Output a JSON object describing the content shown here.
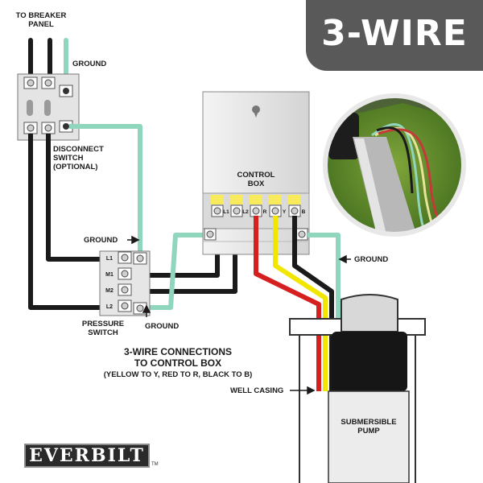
{
  "banner": {
    "title": "3-WIRE"
  },
  "labels": {
    "breaker_panel": "TO BREAKER\nPANEL",
    "ground_top": "GROUND",
    "disconnect_switch": "DISCONNECT\nSWITCH\n(OPTIONAL)",
    "ground_left": "GROUND",
    "pressure_switch": "PRESSURE\nSWITCH",
    "ground_bottom": "GROUND",
    "control_box": "CONTROL\nBOX",
    "ground_right": "GROUND",
    "well_casing": "WELL CASING",
    "submersible_pump": "SUBMERSIBLE\nPUMP"
  },
  "terminals": {
    "pressure_switch": [
      "L1",
      "M1",
      "M2",
      "L2"
    ],
    "control_box": [
      "L1",
      "L2",
      "R",
      "Y",
      "B"
    ]
  },
  "caption": {
    "title_line1": "3-WIRE CONNECTIONS",
    "title_line2": "TO CONTROL BOX",
    "subtitle": "(YELLOW TO Y, RED TO R, BLACK TO B)"
  },
  "brand": {
    "logo": "EVERBILT",
    "trademark": "TM"
  },
  "colors": {
    "banner": "#595959",
    "ground_wire": "#8fd6bd",
    "hot_wire": "#1a1a1a",
    "red_wire": "#d62020",
    "yellow_wire": "#f2e600",
    "terminal_tab": "#f7ea5c",
    "box_fill": "#e8e8e8"
  }
}
